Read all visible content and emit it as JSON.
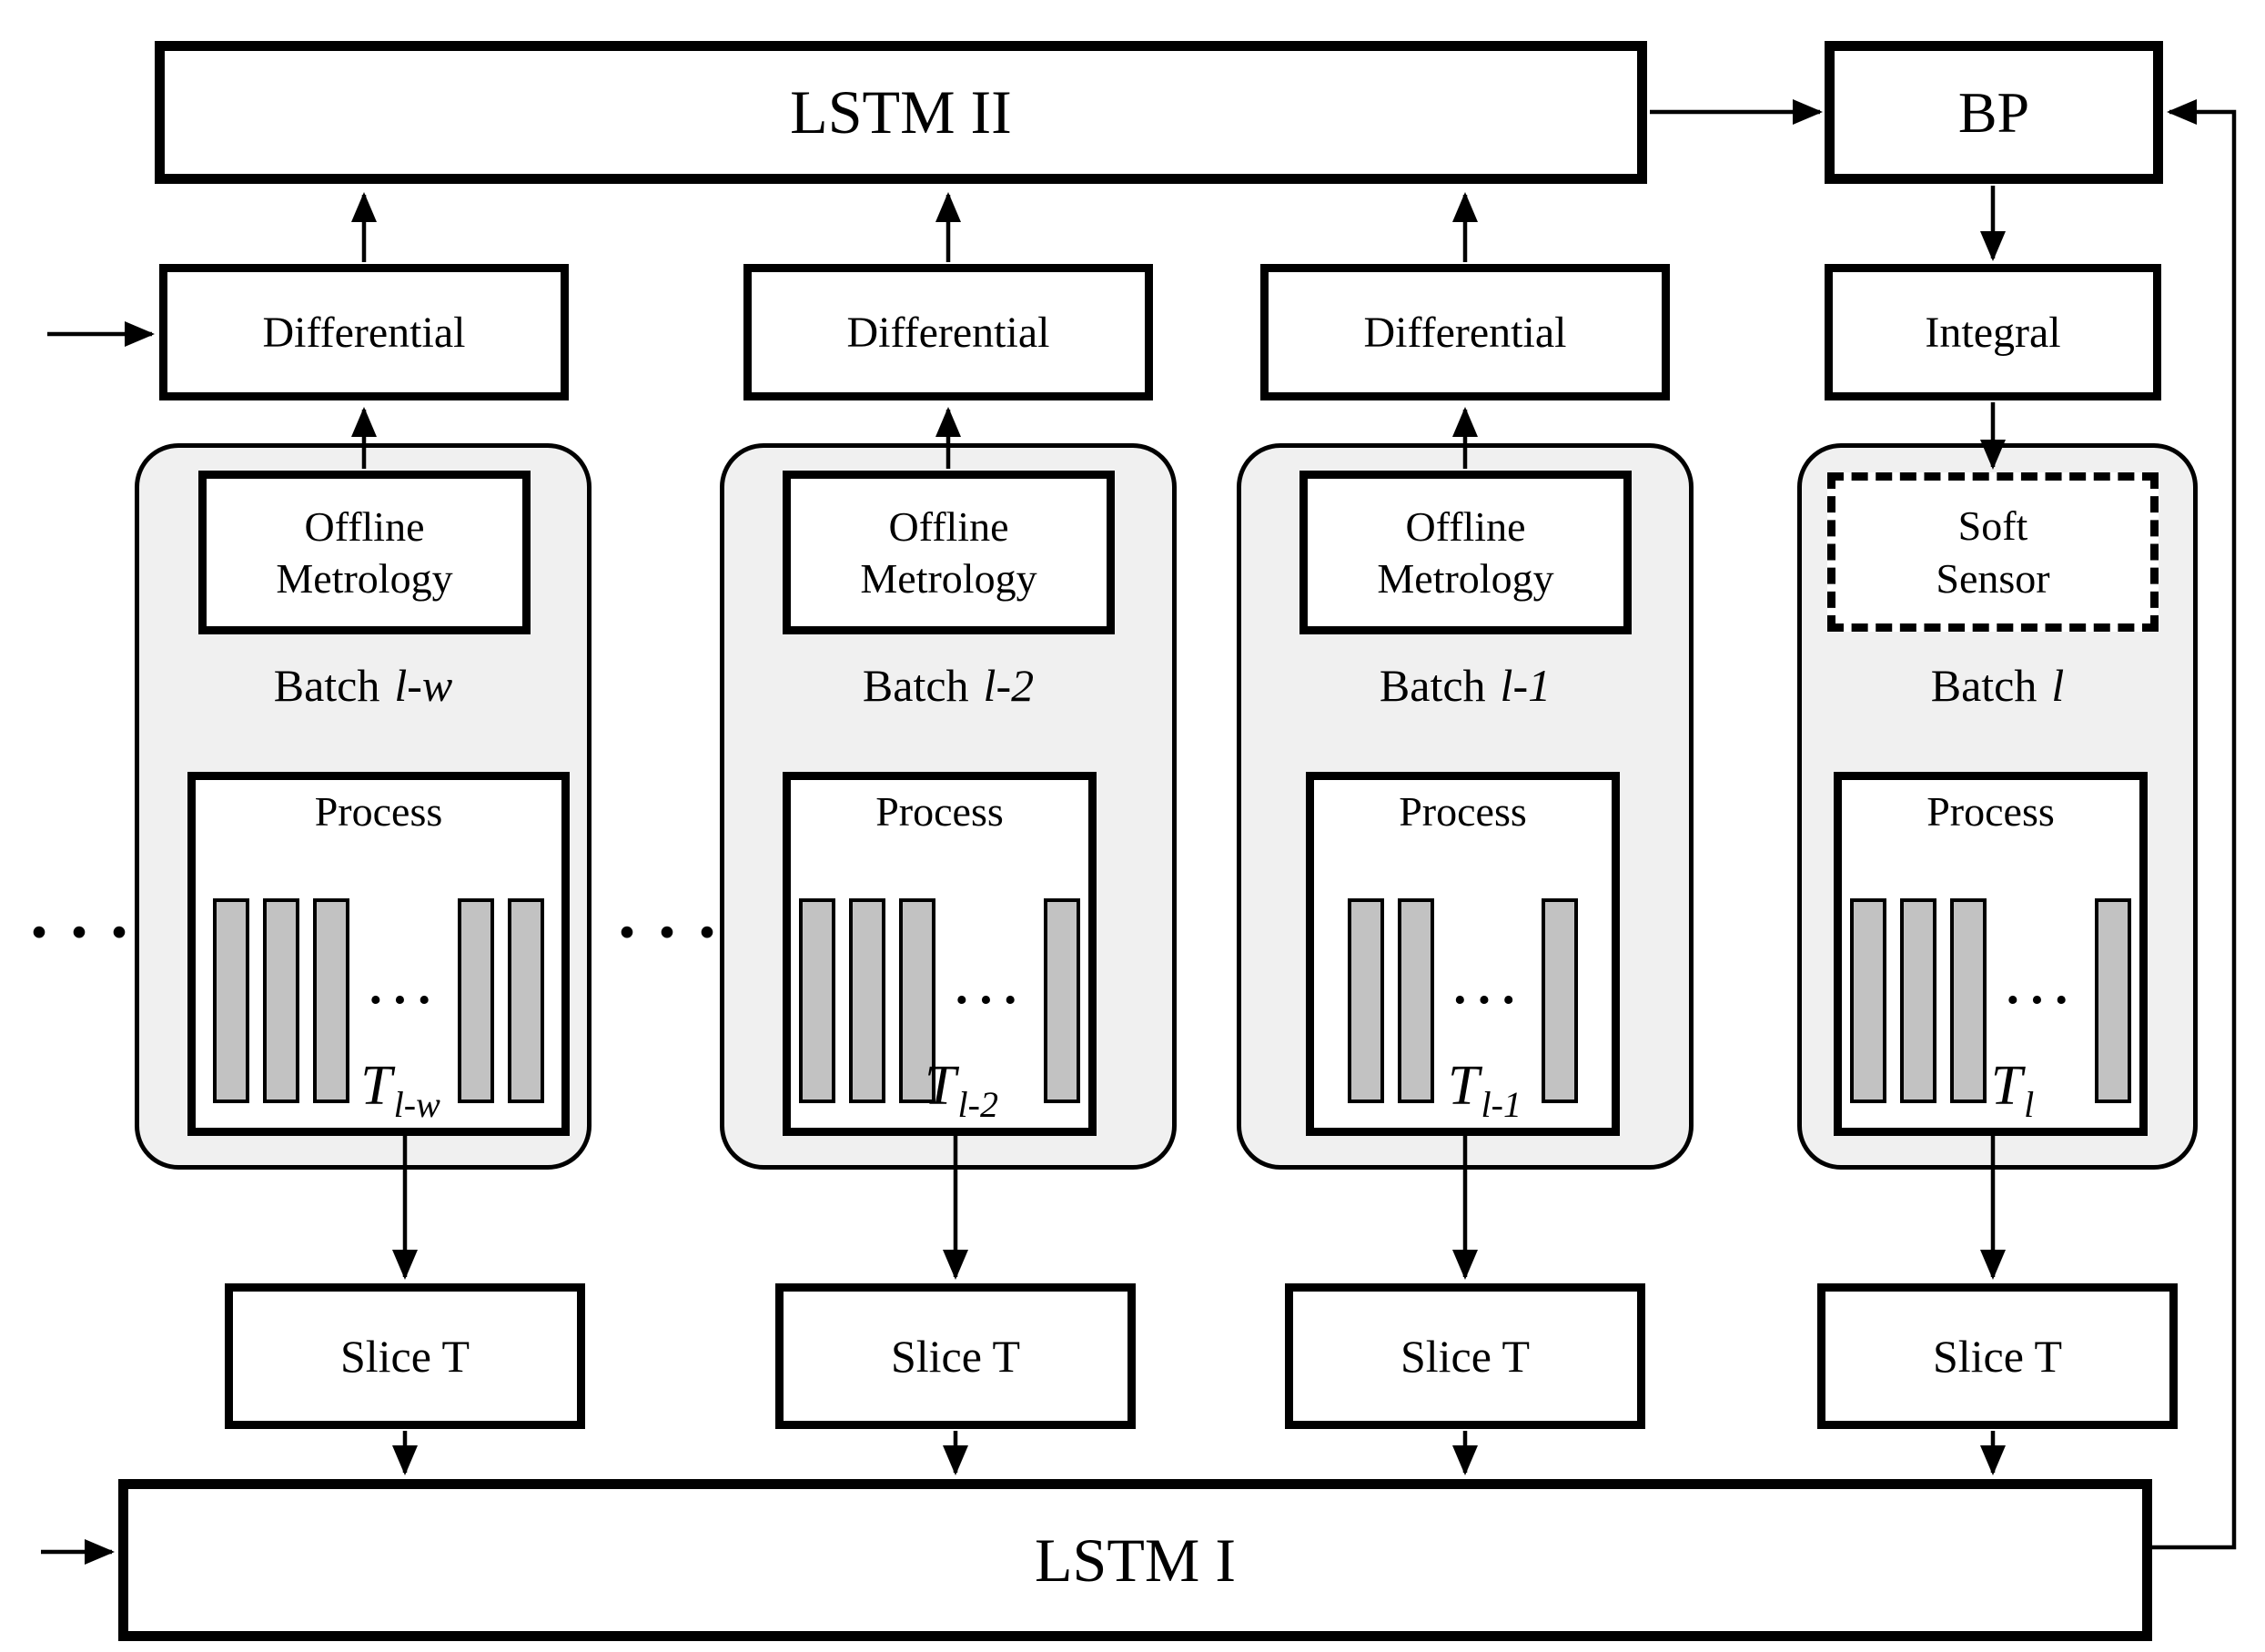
{
  "palette": {
    "background": "#ffffff",
    "box_fill": "#ffffff",
    "container_fill": "#f0f0f0",
    "bar_fill": "#c2c2c2",
    "line_color": "#000000"
  },
  "top": {
    "lstm2_label": "LSTM II",
    "bp_label": "BP"
  },
  "bottom": {
    "lstm1_label": "LSTM I"
  },
  "ellipsis_left": "···",
  "ellipsis_between": "···",
  "columns": [
    {
      "transform_label": "Differential",
      "measure_line1": "Offline",
      "measure_line2": "Metrology",
      "measure_border": "solid",
      "batch_prefix": "Batch",
      "batch_index": "l-w",
      "process_label": "Process",
      "bars_before": 3,
      "bars_dots": "···",
      "bars_after": 2,
      "t_symbol": "T",
      "t_subscript": "l-w",
      "slice_label": "Slice T"
    },
    {
      "transform_label": "Differential",
      "measure_line1": "Offline",
      "measure_line2": "Metrology",
      "measure_border": "solid",
      "batch_prefix": "Batch",
      "batch_index": "l-2",
      "process_label": "Process",
      "bars_before": 3,
      "bars_dots": "···",
      "bars_after": 1,
      "t_symbol": "T",
      "t_subscript": "l-2",
      "slice_label": "Slice T"
    },
    {
      "transform_label": "Differential",
      "measure_line1": "Offline",
      "measure_line2": "Metrology",
      "measure_border": "solid",
      "batch_prefix": "Batch",
      "batch_index": "l-1",
      "process_label": "Process",
      "bars_before": 2,
      "bars_dots": "···",
      "bars_after": 1,
      "t_symbol": "T",
      "t_subscript": "l-1",
      "slice_label": "Slice T"
    },
    {
      "transform_label": "Integral",
      "measure_line1": "Soft",
      "measure_line2": "Sensor",
      "measure_border": "dashed",
      "batch_prefix": "Batch",
      "batch_index": "l",
      "process_label": "Process",
      "bars_before": 3,
      "bars_dots": "···",
      "bars_after": 1,
      "t_symbol": "T",
      "t_subscript": "l",
      "slice_label": "Slice T"
    }
  ]
}
